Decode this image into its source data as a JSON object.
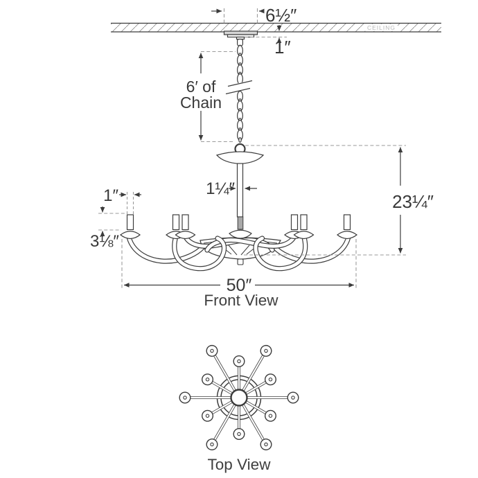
{
  "ceiling": {
    "label": "CEILING"
  },
  "front_view": {
    "title": "Front View",
    "dims": {
      "canopy_width": "6½″",
      "canopy_height": "1″",
      "chain_length_line1": "6′ of",
      "chain_length_line2": "Chain",
      "stem_width": "1¼″",
      "body_height": "23¼″",
      "candle_width": "1″",
      "candle_height": "3⅛″",
      "overall_width": "50″"
    }
  },
  "top_view": {
    "title": "Top View"
  }
}
